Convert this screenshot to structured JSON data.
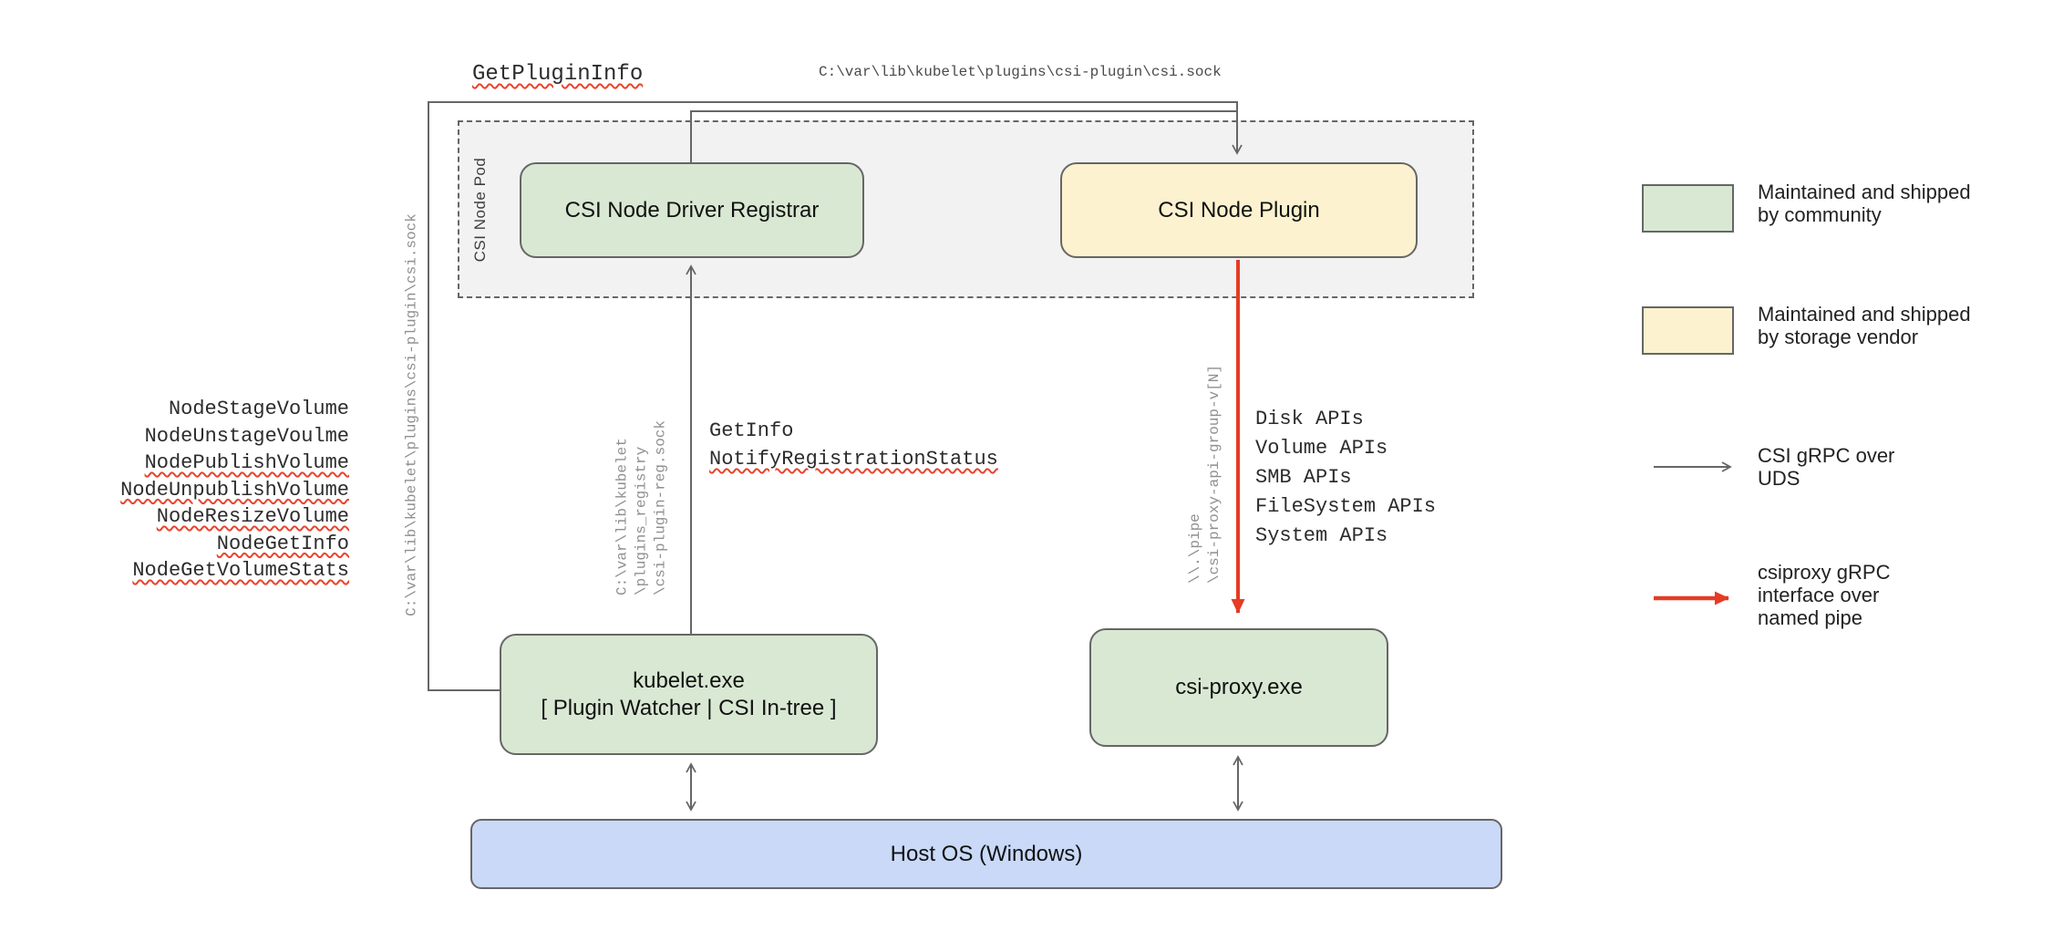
{
  "pod_label": "CSI Node Pod",
  "boxes": {
    "registrar": "CSI Node Driver Registrar",
    "plugin": "CSI Node Plugin",
    "kubelet_line1": "kubelet.exe",
    "kubelet_line2": "[ Plugin Watcher | CSI In-tree ]",
    "csi_proxy": "csi-proxy.exe",
    "host_os": "Host OS (Windows)"
  },
  "annotations": {
    "get_plugin_info": "GetPluginInfo",
    "kubelet_csi_socket_path": "C:\\var\\lib\\kubelet\\plugins\\csi-plugin\\csi.sock",
    "kubelet_csi_socket_path_vertical": "C:\\var\\lib\\kubelet\\plugins\\csi-plugin\\csi.sock",
    "registration_socket_path_lines": [
      "C:\\var\\lib\\kubelet",
      "\\plugins_registry",
      "\\csi-plugin-reg.sock"
    ],
    "registrar_rpcs": [
      "GetInfo",
      "NotifyRegistrationStatus"
    ],
    "registrar_rpcs_misspelled_flags": [
      false,
      true
    ],
    "named_pipe_path_lines": [
      "\\\\.\\pipe",
      "\\csi-proxy-api-group-v[N]"
    ],
    "csi_proxy_apis": [
      "Disk APIs",
      "Volume APIs",
      "SMB APIs",
      "FileSystem APIs",
      "System APIs"
    ],
    "node_rpcs": [
      "NodeStageVolume",
      "NodeUnstageVoulme",
      "NodePublishVolume",
      "NodeUnpublishVolume",
      "NodeResizeVolume",
      "NodeGetInfo",
      "NodeGetVolumeStats"
    ],
    "node_rpcs_misspelled_flags": [
      false,
      false,
      true,
      true,
      true,
      true,
      true
    ],
    "get_plugin_info_misspelled": true
  },
  "legend": {
    "items": [
      {
        "marker": "green-swatch",
        "lines": [
          "Maintained and shipped",
          "by community"
        ]
      },
      {
        "marker": "yellow-swatch",
        "lines": [
          "Maintained and shipped",
          "by storage vendor"
        ]
      },
      {
        "marker": "gray-arrow",
        "lines": [
          "CSI gRPC over",
          "UDS"
        ]
      },
      {
        "marker": "red-arrow",
        "lines": [
          "csiproxy gRPC",
          "interface over",
          "named pipe"
        ]
      }
    ]
  },
  "colors": {
    "community_green": "#d9e8d3",
    "vendor_yellow": "#fcf2cf",
    "host_os_blue": "#c9d9f7",
    "pod_background_gray": "#f2f2f2",
    "line_gray": "#666666",
    "named_pipe_red": "#e63b25",
    "squiggle_red": "#e8442c",
    "path_text_gray": "#8f8f8f"
  }
}
